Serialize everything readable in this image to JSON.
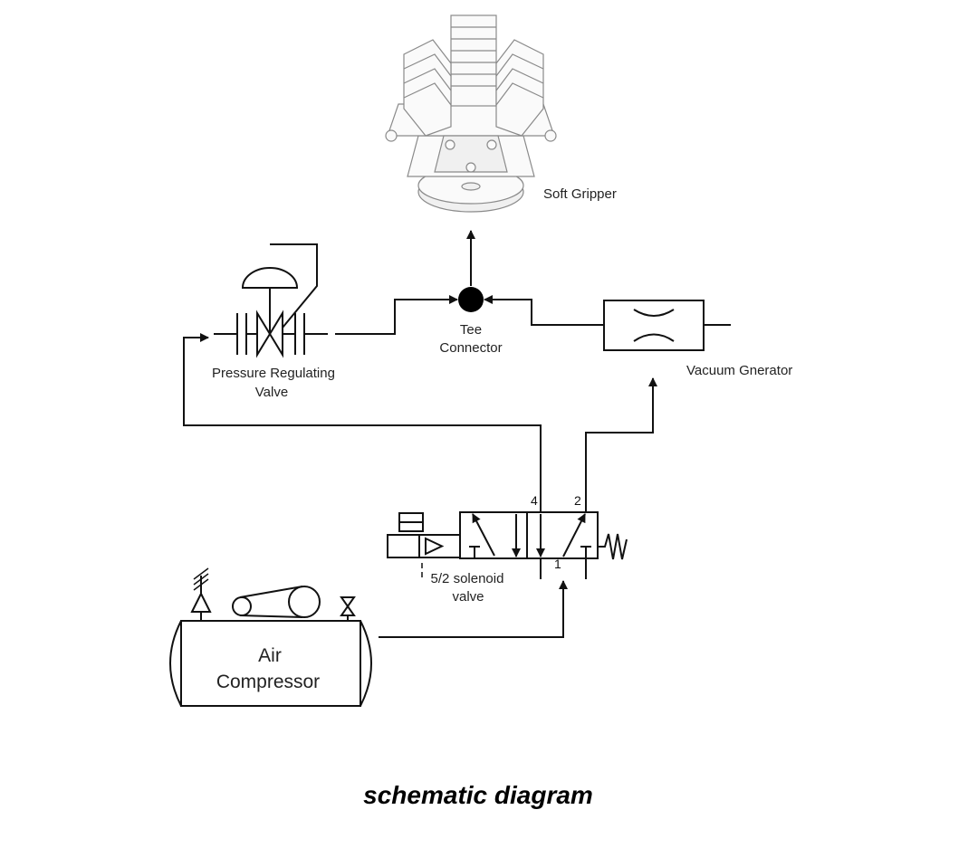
{
  "components": {
    "soft_gripper": "Soft Gripper",
    "tee_connector": [
      "Tee",
      "Connector"
    ],
    "pressure_valve": [
      "Pressure Regulating",
      "Valve"
    ],
    "vacuum_generator": "Vacuum Gnerator",
    "solenoid_valve": [
      "5/2 solenoid",
      "valve"
    ],
    "air_compressor": [
      "Air",
      "Compressor"
    ]
  },
  "ports": {
    "p4": "4",
    "p2": "2",
    "p1": "1"
  },
  "caption": "schematic diagram",
  "colors": {
    "line": "#111111",
    "gripper": "#8a8a8a"
  }
}
